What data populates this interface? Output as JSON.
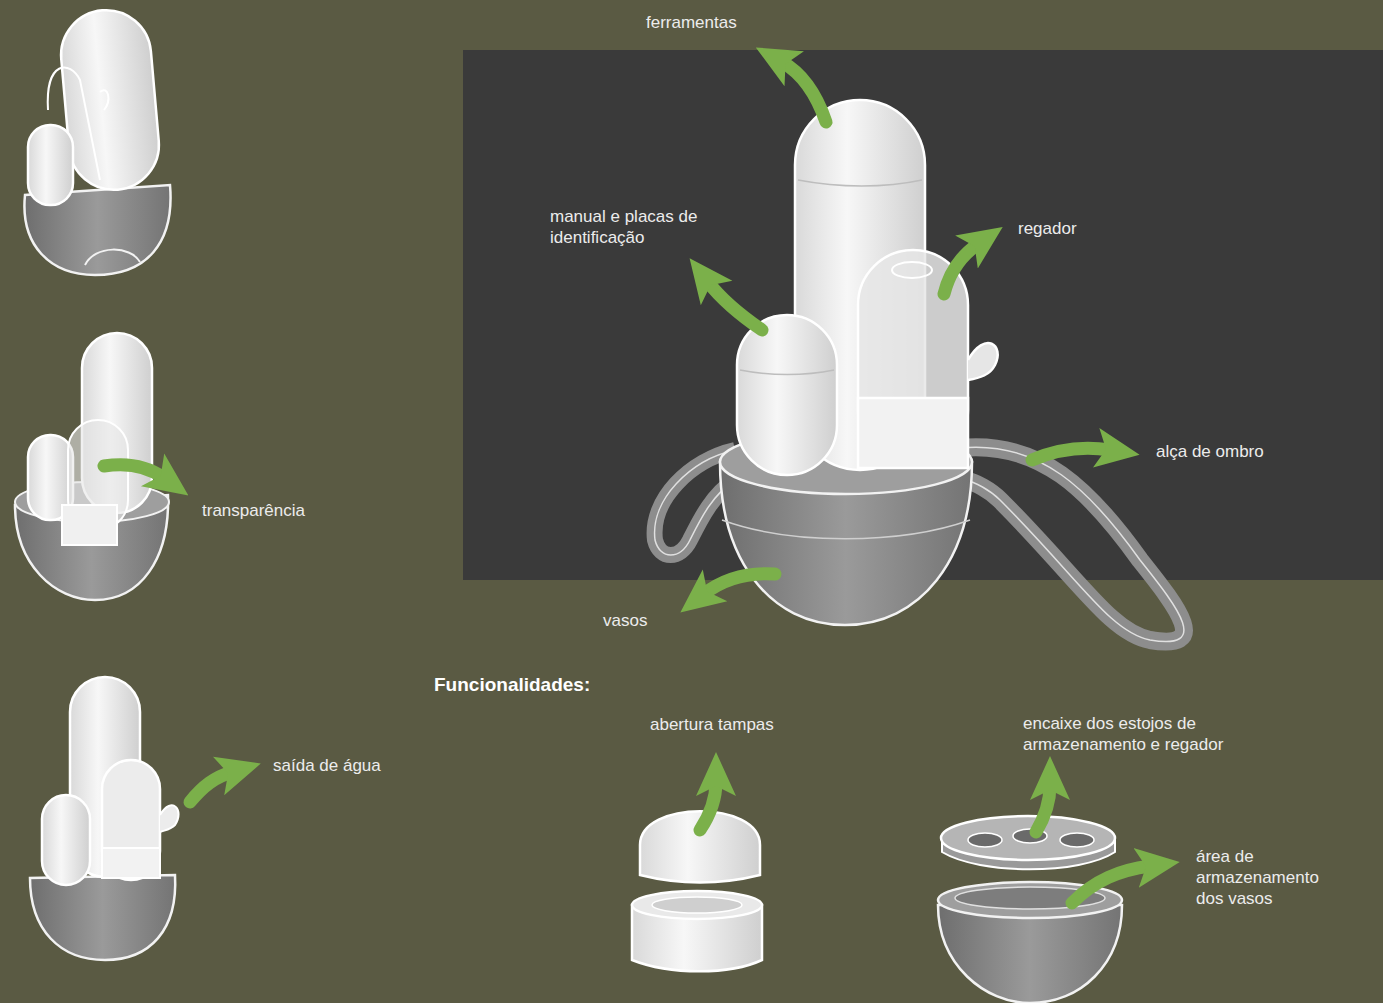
{
  "diagram": {
    "labels": [
      "ferramentas",
      "manual e placas de identificação",
      "regador",
      "alça de ombro",
      "vasos",
      "transparência",
      "saída de água",
      "Funcionalidades:",
      "abertura tampas",
      "encaixe dos estojos de armazenamento e regador",
      "área de armazenamento dos vasos"
    ]
  }
}
